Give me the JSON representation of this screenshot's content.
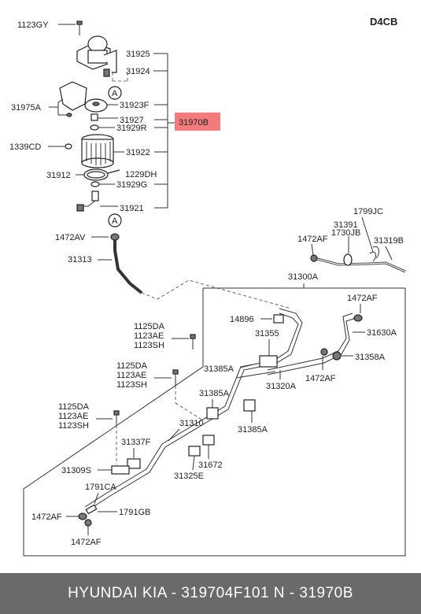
{
  "diagram": {
    "code": "D4CB",
    "highlight": {
      "label": "31970B",
      "color": "#f47b7b"
    },
    "ref_marker": "A",
    "labels": {
      "l1123GY": "1123GY",
      "l31925": "31925",
      "l31924": "31924",
      "l31975A": "31975A",
      "l31923F": "31923F",
      "l31927": "31927",
      "l31929R": "31929R",
      "l1339CD": "1339CD",
      "l31922": "31922",
      "l31912": "31912",
      "l1229DH": "1229DH",
      "l31929G": "31929G",
      "l31921": "31921",
      "l1472AV": "1472AV",
      "l31313": "31313",
      "l1799JC": "1799JC",
      "l31391": "31391",
      "l1730JB": "1730JB",
      "l1472AF_a": "1472AF",
      "l31319B": "31319B",
      "l31300A": "31300A",
      "l1472AF_b": "1472AF",
      "l14896": "14896",
      "l31355": "31355",
      "l31630A": "31630A",
      "l1125DA_a": "1125DA",
      "l1123AE_a": "1123AE",
      "l1123SH_a": "1123SH",
      "l31358A": "31358A",
      "l31385A_a": "31385A",
      "l1472AF_c": "1472AF",
      "l1125DA_b": "1125DA",
      "l1123AE_b": "1123AE",
      "l1123SH_b": "1123SH",
      "l31320A": "31320A",
      "l31385A_b": "31385A",
      "l1125DA_c": "1125DA",
      "l1123AE_c": "1123AE",
      "l1123SH_c": "1123SH",
      "l31385A_c": "31385A",
      "l31310": "31310",
      "l31337F": "31337F",
      "l31672": "31672",
      "l31309S": "31309S",
      "l31325E": "31325E",
      "l1791CA": "1791CA",
      "l1472AF_d": "1472AF",
      "l1791GB": "1791GB",
      "l1472AF_e": "1472AF"
    }
  },
  "footer": {
    "text": "HYUNDAI  KIA - 319704F101     N - 31970B"
  }
}
